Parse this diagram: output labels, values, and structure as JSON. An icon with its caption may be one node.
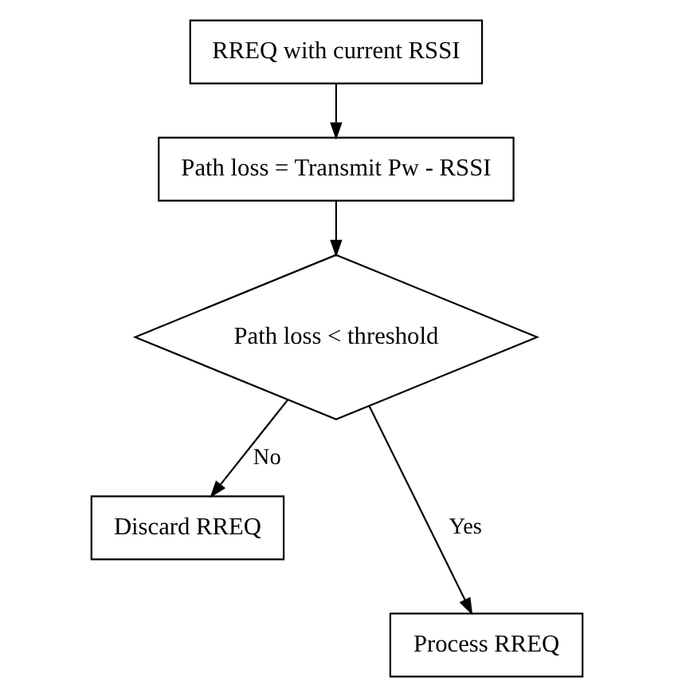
{
  "diagram": {
    "nodes": [
      {
        "text": [
          "RREQ with current RSSI"
        ]
      },
      {
        "text": [
          "Path loss = Transmit Pw - RSSI"
        ]
      },
      {
        "text": [
          "Path loss < threshold"
        ]
      },
      {
        "text": [
          "Discard RREQ"
        ]
      },
      {
        "text": [
          "Process RREQ"
        ]
      }
    ],
    "edges": [
      {
        "from": 0,
        "to": 1,
        "arrow": "to"
      },
      {
        "from": 1,
        "to": 2,
        "arrow": "to"
      },
      {
        "from": 2,
        "to": 3,
        "arrow": "to",
        "label": "No"
      },
      {
        "from": 2,
        "to": 4,
        "arrow": "to",
        "label": "Yes"
      }
    ]
  }
}
